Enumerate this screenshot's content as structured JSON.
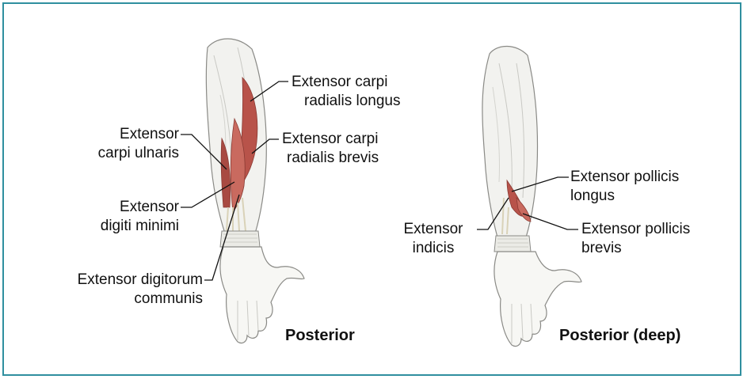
{
  "labels": {
    "ecr_longus": [
      "Extensor carpi",
      "radialis longus"
    ],
    "ecr_brevis": [
      "Extensor carpi",
      "radialis brevis"
    ],
    "ec_ulnaris": [
      "Extensor",
      "carpi ulnaris"
    ],
    "ed_minimi": [
      "Extensor",
      "digiti minimi"
    ],
    "ed_communis": [
      "Extensor digitorum",
      "communis"
    ],
    "ep_longus": [
      "Extensor pollicis",
      "longus"
    ],
    "ep_brevis": [
      "Extensor pollicis",
      "brevis"
    ],
    "e_indicis": [
      "Extensor",
      "indicis"
    ]
  },
  "captions": {
    "posterior": "Posterior",
    "posterior_deep": "Posterior (deep)"
  },
  "colors": {
    "border": "#2f8f9f",
    "muscle": "#b8534a",
    "leader_line": "#111111"
  }
}
